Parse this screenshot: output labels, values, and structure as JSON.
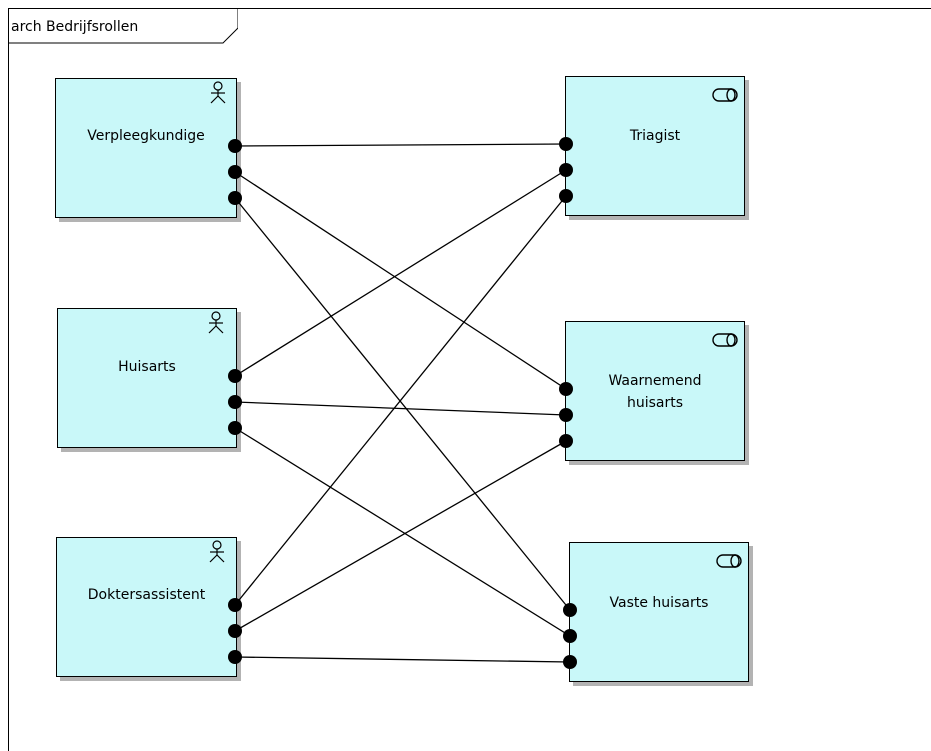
{
  "frame": {
    "label": "arch Bedrijfsrollen"
  },
  "actors": [
    {
      "id": "verpleegkundige",
      "label": "Verpleegkundige",
      "icon": "actor-icon"
    },
    {
      "id": "huisarts",
      "label": "Huisarts",
      "icon": "actor-icon"
    },
    {
      "id": "doktersassistent",
      "label": "Doktersassistent",
      "icon": "actor-icon"
    }
  ],
  "roles": [
    {
      "id": "triagist",
      "label": "Triagist",
      "icon": "role-icon"
    },
    {
      "id": "waarnemend-huisarts",
      "label": "Waarnemend\nhuisarts",
      "icon": "role-icon"
    },
    {
      "id": "vaste-huisarts",
      "label": "Vaste huisarts",
      "icon": "role-icon"
    }
  ],
  "connections": [
    {
      "from": "verpleegkundige",
      "to": "triagist"
    },
    {
      "from": "verpleegkundige",
      "to": "waarnemend-huisarts"
    },
    {
      "from": "verpleegkundige",
      "to": "vaste-huisarts"
    },
    {
      "from": "huisarts",
      "to": "triagist"
    },
    {
      "from": "huisarts",
      "to": "waarnemend-huisarts"
    },
    {
      "from": "huisarts",
      "to": "vaste-huisarts"
    },
    {
      "from": "doktersassistent",
      "to": "triagist"
    },
    {
      "from": "doktersassistent",
      "to": "waarnemend-huisarts"
    },
    {
      "from": "doktersassistent",
      "to": "vaste-huisarts"
    }
  ],
  "colors": {
    "node_fill": "#c9f8f9",
    "node_border": "#000000",
    "shadow": "#b3b3b3",
    "line": "#000000"
  }
}
